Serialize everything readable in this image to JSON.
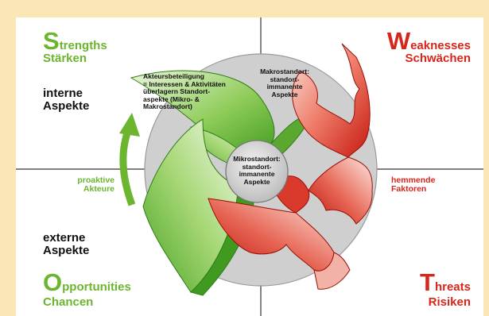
{
  "quadrants": {
    "strengths": {
      "initial": "S",
      "rest": "trengths",
      "german": "Stärken"
    },
    "weaknesses": {
      "initial": "W",
      "rest": "eaknesses",
      "german": "Schwächen"
    },
    "opportunities": {
      "initial": "O",
      "rest": "pportunities",
      "german": "Chancen"
    },
    "threats": {
      "initial": "T",
      "rest": "hreats",
      "german": "Risiken"
    }
  },
  "aspects": {
    "internal": {
      "line1": "interne",
      "line2": "Aspekte"
    },
    "external": {
      "line1": "externe",
      "line2": "Aspekte"
    }
  },
  "side_labels": {
    "proactive": {
      "line1": "proaktive",
      "line2": "Akteure"
    },
    "inhibiting": {
      "line1": "hemmende",
      "line2": "Faktoren"
    }
  },
  "center": {
    "micro": {
      "line1": "Mikrostandort:",
      "line2": "standort-",
      "line3": "immanente",
      "line4": "Aspekte"
    },
    "macro": {
      "line1": "Makrostandort:",
      "line2": "standort-",
      "line3": "immanente",
      "line4": "Aspekte"
    },
    "actors": {
      "line1": "Akteursbeteiligung",
      "line2": "= Interessen & Aktivitäten",
      "line3": "überlagern Standort-",
      "line4": "aspekte (Mikro- &",
      "line5": "Makrostandort)"
    }
  },
  "colors": {
    "green": "#6bb52f",
    "red": "#d6261b",
    "background": "#fbe6b6",
    "ring": "#c9c9c9"
  }
}
